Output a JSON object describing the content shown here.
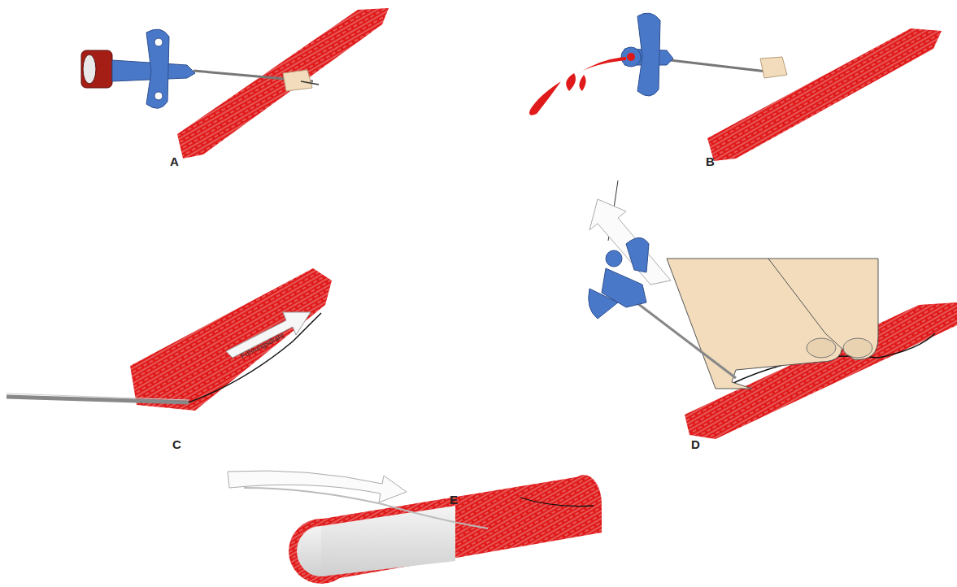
{
  "diagram": {
    "labels": [
      "A",
      "B",
      "Führungsdraht",
      "C",
      "D",
      "E"
    ]
  }
}
